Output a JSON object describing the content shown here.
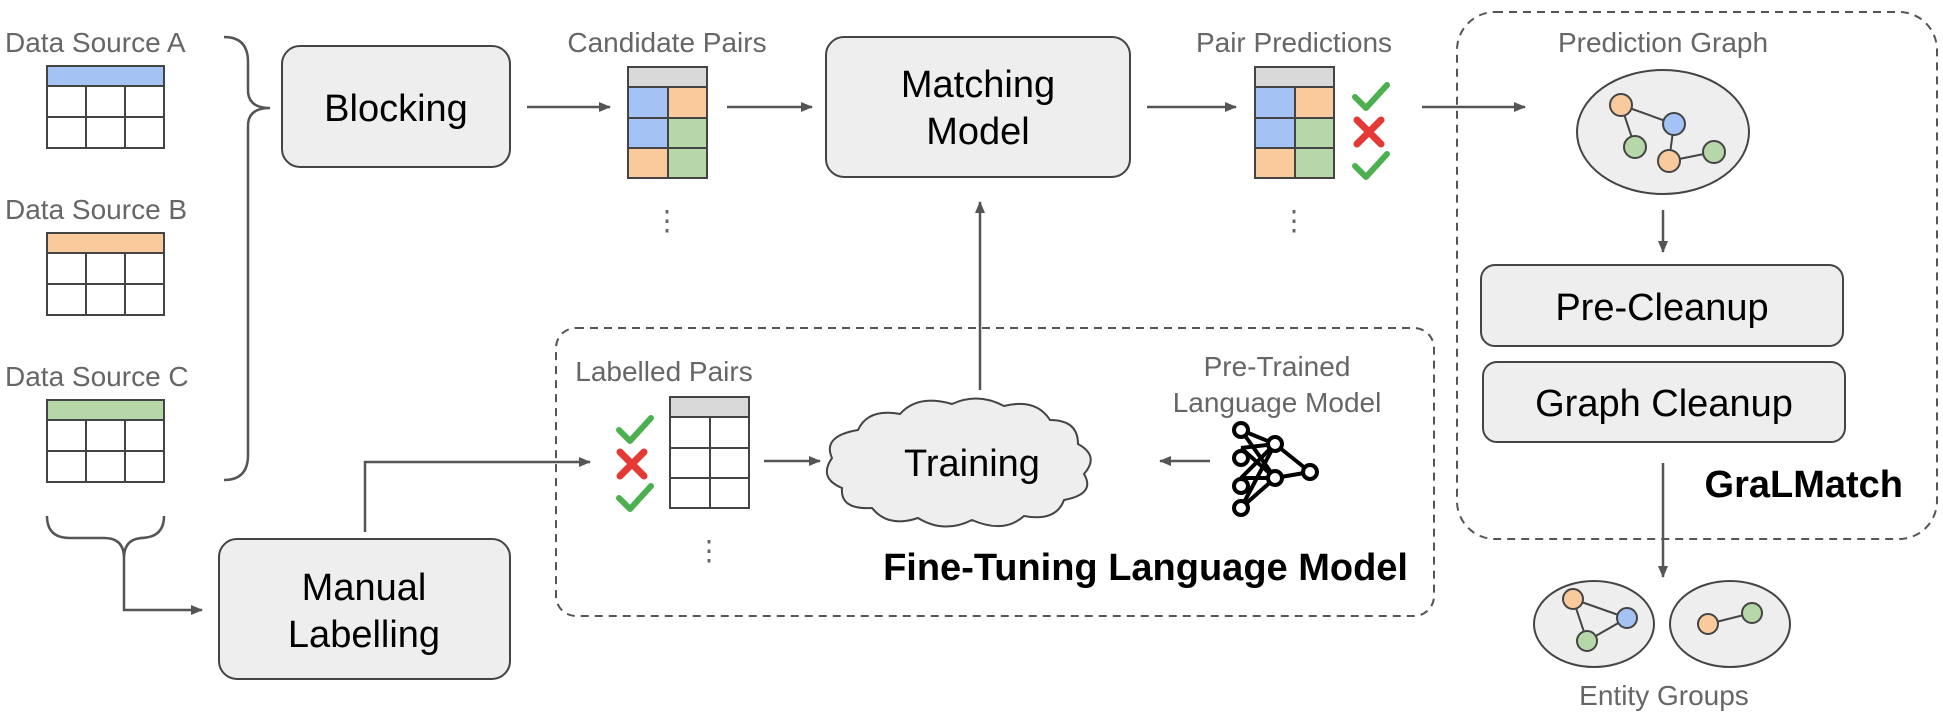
{
  "sources": [
    {
      "label": "Data Source A",
      "color": "#a4c2f4"
    },
    {
      "label": "Data Source B",
      "color": "#f9cb9c"
    },
    {
      "label": "Data Source C",
      "color": "#b6d7a8"
    }
  ],
  "stages": {
    "blocking": "Blocking",
    "candidate_pairs": "Candidate Pairs",
    "matching_model": [
      "Matching",
      "Model"
    ],
    "pair_predictions": "Pair Predictions",
    "prediction_graph": "Prediction Graph",
    "pre_cleanup": "Pre-Cleanup",
    "graph_cleanup": "Graph Cleanup",
    "gralmatch": "GraLMatch",
    "entity_groups": "Entity Groups",
    "manual_labelling": [
      "Manual",
      "Labelling"
    ],
    "labelled_pairs": "Labelled Pairs",
    "training": "Training",
    "pretrained_lm": [
      "Pre-Trained",
      "Language Model"
    ],
    "finetuning": "Fine-Tuning Language Model"
  },
  "ellipsis": "⋮",
  "icons": {
    "check": "check-icon",
    "cross": "cross-icon",
    "network": "neural-network-icon"
  },
  "colors": {
    "blue": "#a4c2f4",
    "orange": "#f9cb9c",
    "green": "#b6d7a8",
    "gray_header": "#d9d9d9",
    "box_fill": "#eeeeee",
    "check": "#4caf50",
    "cross": "#e53935"
  }
}
